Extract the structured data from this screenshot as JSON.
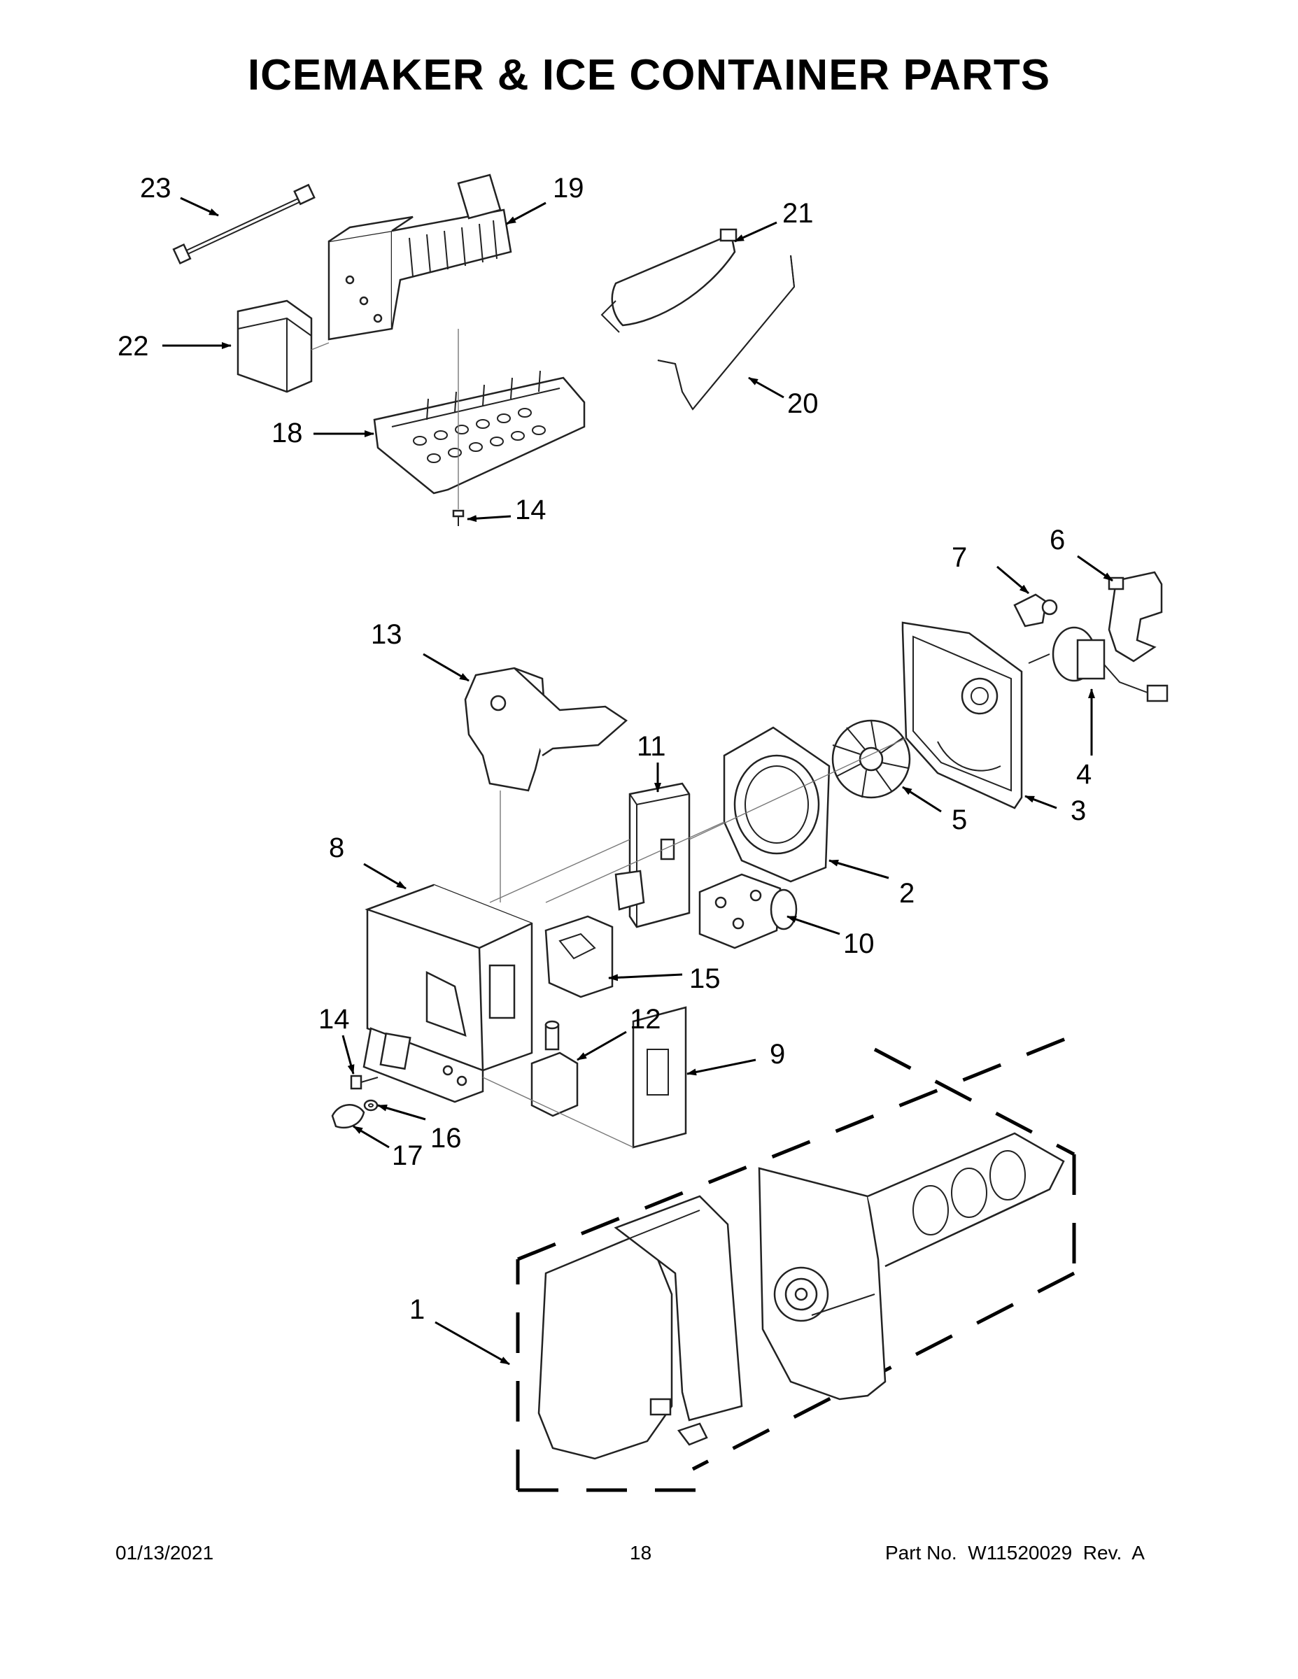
{
  "page": {
    "title": "ICEMAKER & ICE CONTAINER PARTS",
    "footer": {
      "date": "01/13/2021",
      "page_number": "18",
      "part_no": "Part No.  W11520029  Rev.  A"
    }
  },
  "callouts": [
    "1",
    "2",
    "3",
    "4",
    "5",
    "6",
    "7",
    "8",
    "9",
    "10",
    "11",
    "12",
    "13",
    "14",
    "14",
    "15",
    "16",
    "17",
    "18",
    "19",
    "20",
    "21",
    "22",
    "23"
  ]
}
